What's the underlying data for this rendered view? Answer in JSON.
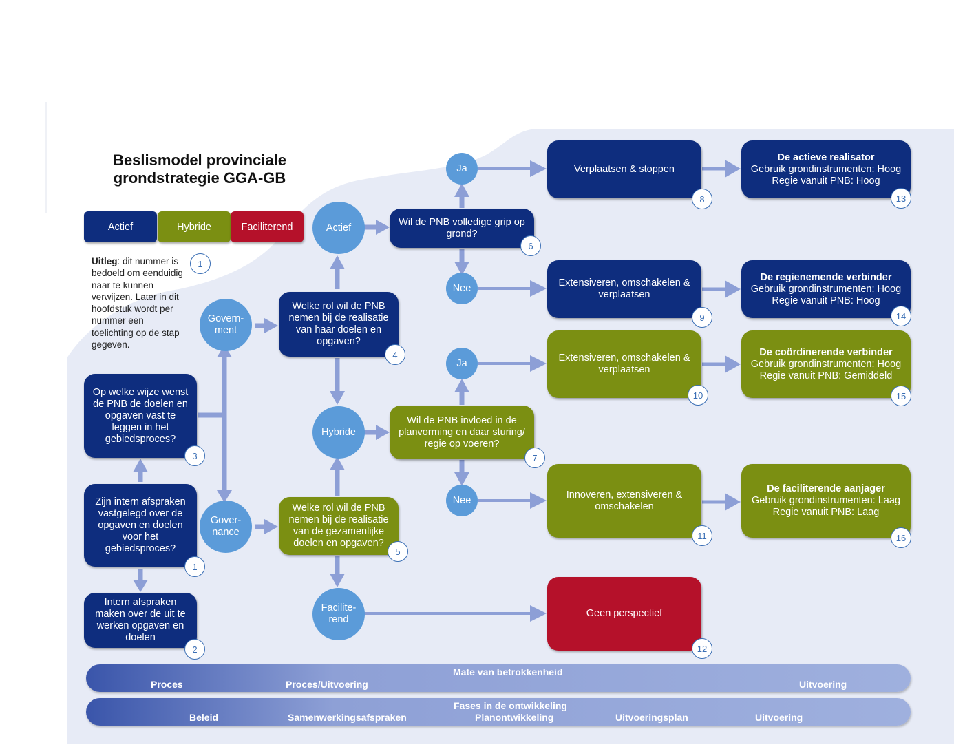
{
  "title": {
    "line1": "Beslismodel provinciale",
    "line2": "grondstrategie GGA-GB"
  },
  "legend": {
    "actief": "Actief",
    "hybride": "Hybride",
    "faciliterend": "Faciliterend"
  },
  "uitleg": {
    "label": "Uitleg",
    "text": ": dit nummer is bedoeld om eenduidig naar te kunnen verwijzen. Later in dit hoofdstuk wordt per nummer een toelichting op de stap gegeven.",
    "number": "1"
  },
  "boxes": {
    "b1": {
      "text": "Zijn intern afspraken vastgelegd over de opgaven en doelen voor het gebiedsproces?",
      "num": "1"
    },
    "b2": {
      "text": "Intern afspraken maken over de uit te werken opgaven en doelen",
      "num": "2"
    },
    "b3": {
      "text": "Op welke wijze wenst de PNB de doelen en opgaven vast te leggen in het gebiedsproces?",
      "num": "3"
    },
    "b4": {
      "text": "Welke rol wil de PNB nemen bij de realisatie van haar doelen en opgaven?",
      "num": "4"
    },
    "b5": {
      "text": "Welke rol wil de PNB nemen bij de realisatie van de gezamenlijke doelen en opgaven?",
      "num": "5"
    },
    "b6": {
      "text": "Wil de PNB volledige grip op grond?",
      "num": "6"
    },
    "b7": {
      "text": "Wil de PNB invloed in de planvorming en daar sturing/ regie op voeren?",
      "num": "7"
    },
    "b8": {
      "text": "Verplaatsen & stoppen",
      "num": "8"
    },
    "b9": {
      "text": "Extensiveren, omschakelen & verplaatsen",
      "num": "9"
    },
    "b10": {
      "text": "Extensiveren, omschakelen & verplaatsen",
      "num": "10"
    },
    "b11": {
      "text": "Innoveren, extensiveren & omschakelen",
      "num": "11"
    },
    "b12": {
      "text": "Geen perspectief",
      "num": "12"
    },
    "b13": {
      "title": "De actieve realisator",
      "l1": "Gebruik grondinstrumenten: Hoog",
      "l2": "Regie vanuit PNB: Hoog",
      "num": "13"
    },
    "b14": {
      "title": "De regienemende verbinder",
      "l1": "Gebruik grondinstrumenten: Hoog",
      "l2": "Regie vanuit PNB: Hoog",
      "num": "14"
    },
    "b15": {
      "title": "De coördinerende verbinder",
      "l1": "Gebruik grondinstrumenten: Hoog",
      "l2": "Regie vanuit PNB: Gemiddeld",
      "num": "15"
    },
    "b16": {
      "title": "De faciliterende aanjager",
      "l1": "Gebruik grondinstrumenten: Laag",
      "l2": "Regie vanuit PNB: Laag",
      "num": "16"
    }
  },
  "circles": {
    "government": "Govern-\nment",
    "governance": "Gover-\nnance",
    "actief": "Actief",
    "hybride": "Hybride",
    "faciliterend": "Facilite-\nrend",
    "ja1": "Ja",
    "nee1": "Nee",
    "ja2": "Ja",
    "nee2": "Nee"
  },
  "bars": {
    "mate": {
      "title": "Mate van betrokkenheid",
      "labels": [
        "Proces",
        "Proces/Uitvoering",
        "Uitvoering"
      ]
    },
    "fases": {
      "title": "Fases in de ontwikkeling",
      "labels": [
        "Beleid",
        "Samenwerkingsafspraken",
        "Planontwikkeling",
        "Uitvoeringsplan",
        "Uitvoering"
      ]
    }
  },
  "colors": {
    "blue": "#0e2d7e",
    "green": "#7b8f12",
    "red": "#b5112a",
    "circle": "#5b9bd9",
    "arrow": "#8d9fd6",
    "background": "#e7ebf6"
  }
}
